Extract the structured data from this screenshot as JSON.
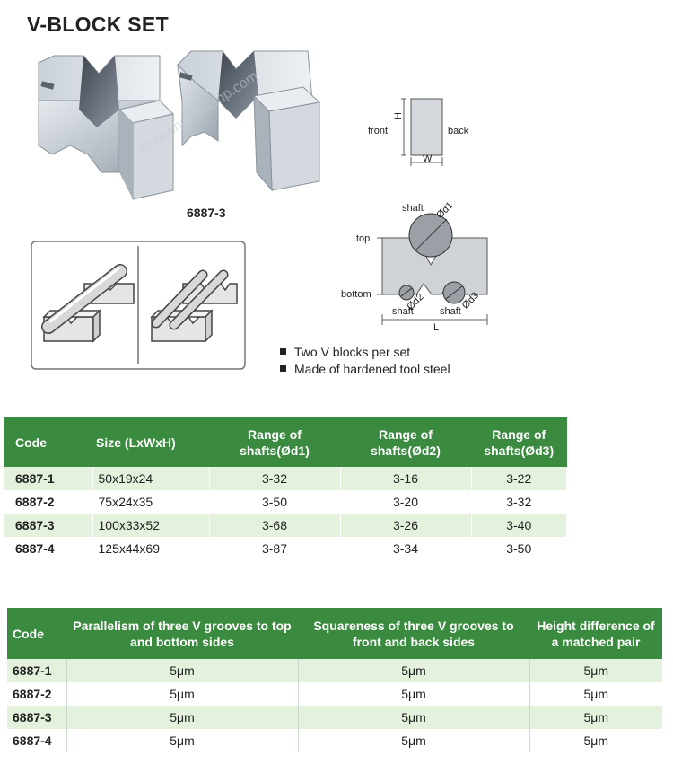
{
  "title": "V-BLOCK SET",
  "watermark": "www.chandcomp.com",
  "model_label": "6887-3",
  "diagram": {
    "front": "front",
    "back": "back",
    "h": "H",
    "w": "W",
    "shaft_top": "shaft",
    "d1": "Ød1",
    "top": "top",
    "bottom": "bottom",
    "d2": "Ød2",
    "d3": "Ød3",
    "shaft_left": "shaft",
    "shaft_right": "shaft",
    "l": "L"
  },
  "bullets": [
    "Two V blocks per set",
    "Made of hardened tool steel"
  ],
  "table1": {
    "headers": [
      "Code",
      "Size (LxWxH)",
      "Range of shafts(Ød1)",
      "Range of shafts(Ød2)",
      "Range of shafts(Ød3)"
    ],
    "rows": [
      [
        "6887-1",
        "50x19x24",
        "3-32",
        "3-16",
        "3-22"
      ],
      [
        "6887-2",
        "75x24x35",
        "3-50",
        "3-20",
        "3-32"
      ],
      [
        "6887-3",
        "100x33x52",
        "3-68",
        "3-26",
        "3-40"
      ],
      [
        "6887-4",
        "125x44x69",
        "3-87",
        "3-34",
        "3-50"
      ]
    ]
  },
  "table2": {
    "headers": [
      "Code",
      "Parallelism of three V grooves to top and bottom sides",
      "Squareness of three V grooves to front and back sides",
      "Height difference of a matched pair"
    ],
    "rows": [
      [
        "6887-1",
        "5μm",
        "5μm",
        "5μm"
      ],
      [
        "6887-2",
        "5μm",
        "5μm",
        "5μm"
      ],
      [
        "6887-3",
        "5μm",
        "5μm",
        "5μm"
      ],
      [
        "6887-4",
        "5μm",
        "5μm",
        "5μm"
      ]
    ]
  },
  "colors": {
    "header_green": "#3a8a3f",
    "row_tint": "#e3f1dd",
    "steel_light": "#dfe4e9",
    "steel_dark": "#6f7a86"
  }
}
